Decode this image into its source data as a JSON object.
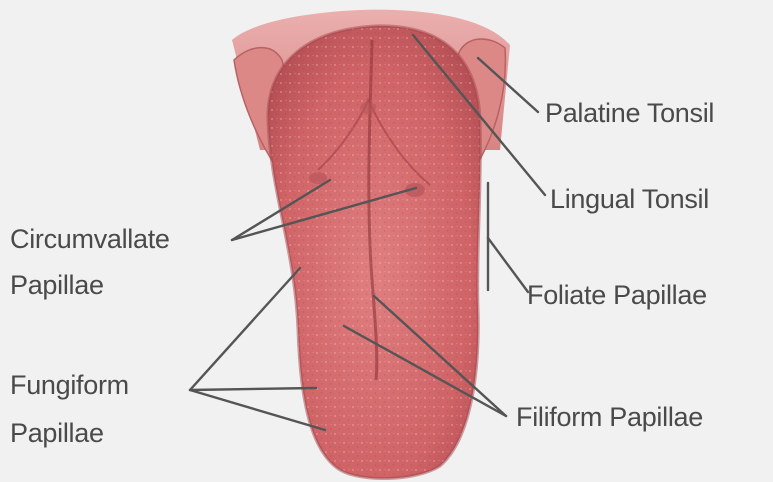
{
  "diagram": {
    "labels": {
      "palatine_tonsil": "Palatine Tonsil",
      "lingual_tonsil": "Lingual Tonsil",
      "foliate_papillae": "Foliate Papillae",
      "filiform_papillae": "Filiform Papillae",
      "circumvallate_line1": "Circumvallate",
      "circumvallate_line2": "Papillae",
      "fungiform_line1": "Fungiform",
      "fungiform_line2": "Papillae"
    },
    "colors": {
      "background": "#f1f1f1",
      "tongue_base": "#d46a6c",
      "tongue_dark": "#a8454a",
      "label_text": "#4a4a4a",
      "leader_line": "#555555"
    }
  }
}
